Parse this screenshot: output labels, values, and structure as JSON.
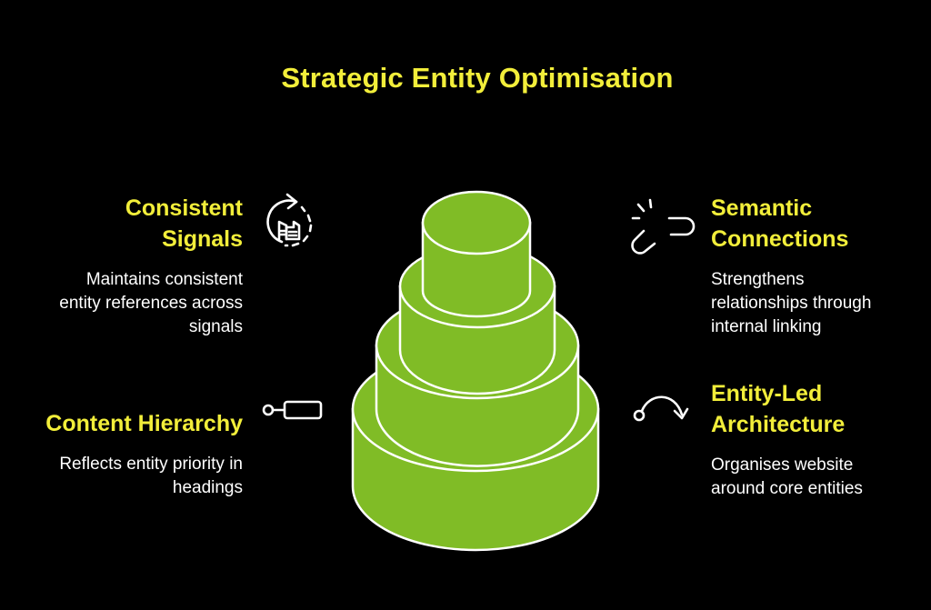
{
  "title": "Strategic Entity Optimisation",
  "colors": {
    "background": "#000000",
    "heading": "#F2EE3A",
    "body_text": "#FFFFFF",
    "cake_fill": "#80BC26",
    "outline": "#FFFFFF"
  },
  "items": [
    {
      "position": "top-left",
      "heading_line1": "Consistent",
      "heading_line2": "Signals",
      "desc_line1": "Maintains consistent",
      "desc_line2": "entity references across",
      "desc_line3": "signals",
      "icon": "cycle-arrow-building-icon"
    },
    {
      "position": "top-right",
      "heading_line1": "Semantic",
      "heading_line2": "Connections",
      "desc_line1": "Strengthens",
      "desc_line2": "relationships through",
      "desc_line3": "internal linking",
      "icon": "broken-link-icon"
    },
    {
      "position": "bottom-left",
      "heading_line1": "Content Hierarchy",
      "desc_line1": "Reflects entity priority in",
      "desc_line2": "headings",
      "icon": "tag-node-icon"
    },
    {
      "position": "bottom-right",
      "heading_line1": "Entity-Led",
      "heading_line2": "Architecture",
      "desc_line1": "Organises website",
      "desc_line2": "around core entities",
      "icon": "curved-arrow-icon"
    }
  ],
  "center_graphic": {
    "type": "stacked-cake",
    "tiers": 4
  }
}
